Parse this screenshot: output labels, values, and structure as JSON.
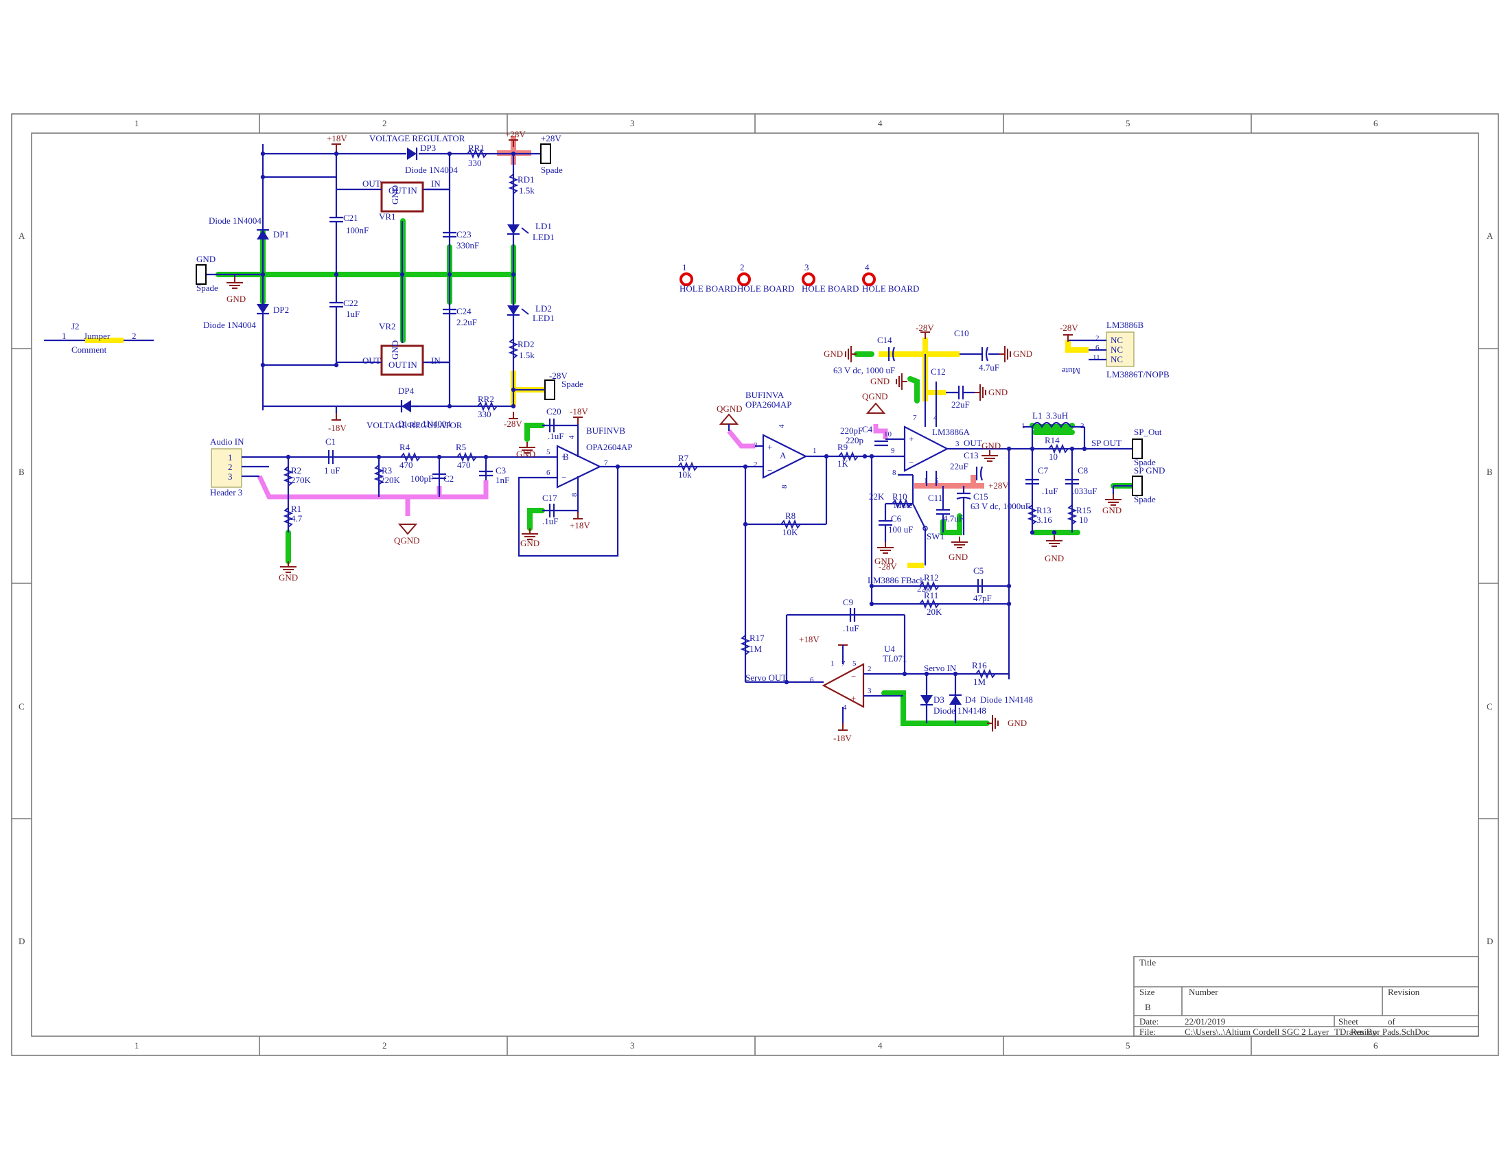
{
  "frame": {
    "columns": [
      "1",
      "2",
      "3",
      "4",
      "5",
      "6"
    ],
    "rows": [
      "A",
      "B",
      "C",
      "D"
    ]
  },
  "title_block": {
    "title_label": "Title",
    "size_label": "Size",
    "size_value": "B",
    "number_label": "Number",
    "revision_label": "Revision",
    "date_label": "Date:",
    "date_value": "22/01/2019",
    "sheet_label": "Sheet",
    "of_label": "of",
    "file_label": "File:",
    "file_value": "C:\\Users\\..\\Altium Cordell SGC 2 Layer",
    "drawn_label": "TDrawn By:",
    "doc_name": "Resistor Pads.SchDoc"
  },
  "power_supply": {
    "vr_title_top": "VOLTAGE  REGULATOR",
    "vr_title_bottom": "VOLTAGE  REGULATOR",
    "plus18": "+18V",
    "minus18": "-18V",
    "plus28": "+28V",
    "minus28": "-28V",
    "dp3": "DP3",
    "dp3_type": "Diode 1N4004",
    "dp4": "DP4",
    "dp4_type": "Diode 1N4004",
    "dp1": "DP1",
    "dp1_type": "Diode 1N4004",
    "dp2": "DP2",
    "dp2_type": "Diode 1N4004",
    "rr1": "RR1",
    "rr1_val": "330",
    "rr2": "RR2",
    "rr2_val": "330",
    "rd1": "RD1",
    "rd1_val": "1.5k",
    "rd2": "RD2",
    "rd2_val": "1.5k",
    "ld1": "LD1",
    "ld1_type": "LED1",
    "ld2": "LD2",
    "ld2_type": "LED1",
    "c21": "C21",
    "c21_val": "100nF",
    "c22": "C22",
    "c22_val": "1uF",
    "c23": "C23",
    "c23_val": "330nF",
    "c24": "C24",
    "c24_val": "2.2uF",
    "vr1": "VR1",
    "vr2": "VR2",
    "out": "OUT",
    "in": "IN",
    "gnd_pin": "GND",
    "gnd": "GND",
    "spade": "Spade",
    "spade_28p": "+28V",
    "spade_28n": "-28V",
    "spade_gnd": "GND"
  },
  "jumper": {
    "ref": "J2",
    "name": "Jumper",
    "comment": "Comment",
    "pin1": "1",
    "pin2": "2"
  },
  "holes": [
    {
      "num": "1",
      "label": "HOLE BOARD"
    },
    {
      "num": "2",
      "label": "HOLE BOARD"
    },
    {
      "num": "3",
      "label": "HOLE BOARD"
    },
    {
      "num": "4",
      "label": "HOLE BOARD"
    }
  ],
  "lm3886b": {
    "ref": "LM3886B",
    "part": "LM3886T/NOPB",
    "supply": "-28V",
    "mute": "Mute",
    "pins": [
      "2",
      "6",
      "11"
    ],
    "nc": "NC"
  },
  "input": {
    "audio_in": "Audio IN",
    "header": "Header 3",
    "pins": [
      "1",
      "2",
      "3"
    ],
    "r2": "R2",
    "r2_val": "270K",
    "r1": "R1",
    "r1_val": "4.7",
    "c1": "C1",
    "c1_val": "1 uF",
    "r3": "R3",
    "r3_val": "220K",
    "r4": "R4",
    "r4_val": "470",
    "c2": "C2",
    "c2_val": "100pF",
    "r5": "R5",
    "r5_val": "470",
    "c3": "C3",
    "c3_val": "1nF",
    "qgnd": "QGND",
    "gnd": "GND"
  },
  "bufinvb": {
    "ref": "BUFINVB",
    "part": "OPA2604AP",
    "c20": "C20",
    "c20_val": ".1uF",
    "c17": "C17",
    "c17_val": ".1uF",
    "minus18": "-18V",
    "plus18": "+18V",
    "gnd": "GND",
    "pin5": "5",
    "pin6": "6",
    "pin7": "7",
    "pin4": "4",
    "pin8": "8",
    "unit": "B"
  },
  "bufinva": {
    "ref": "BUFINVA",
    "part": "OPA2604AP",
    "qgnd": "QGND",
    "r7": "R7",
    "r7_val": "10k",
    "r8": "R8",
    "r8_val": "10K",
    "r9": "R9",
    "r9_val": "1K",
    "pin3": "3",
    "pin2": "2",
    "pin1": "1",
    "pin4": "4",
    "pin8": "8",
    "unit": "A"
  },
  "lm3886a": {
    "ref": "LM3886A",
    "qgnd": "QGND",
    "c4": "C4",
    "c4_val": "220pF",
    "c4_val2": "220p",
    "c14": "C14",
    "c14_val": "63 V dc, 1000 uF",
    "c10": "C10",
    "c10_val": "4.7uF",
    "c12": "C12",
    "c12_val": "22uF",
    "c13": "C13",
    "c13_val": "22uF",
    "c11": "C11",
    "c11_val": "4.7uF",
    "c15": "C15",
    "c15_val": "63 V dc, 1000uF",
    "c6": "C6",
    "c6_val": "100 uF",
    "r10": "R10",
    "r10_val": "22K",
    "mute": "Mute",
    "sw1": "SW1",
    "fback": "LM3886  FBack",
    "r12": "R12",
    "r12_val": "22k",
    "r11": "R11",
    "r11_val": "20K",
    "c5": "C5",
    "c5_val": "47pF",
    "out": "OUT",
    "gnd": "GND",
    "minus28": "-28V",
    "plus28": "+28V",
    "pins": {
      "p10": "10",
      "p9": "9",
      "p8": "8",
      "p7": "7",
      "p4": "4",
      "p3": "3",
      "p1": "1",
      "p5": "5"
    }
  },
  "output": {
    "l1": "L1",
    "l1_val": "3.3uH",
    "r14": "R14",
    "r14_val": "10",
    "c7": "C7",
    "c7_val": ".1uF",
    "c8": "C8",
    "c8_val": ".033uF",
    "r13": "R13",
    "r13_val": "3.16",
    "r15": "R15",
    "r15_val": "10",
    "sp_out_net": "SP OUT",
    "sp_out": "SP_Out",
    "sp_gnd": "SP GND",
    "spade": "Spade",
    "gnd": "GND",
    "pin1": "1",
    "pin2": "2"
  },
  "servo": {
    "r17": "R17",
    "r17_val": "1M",
    "c9": "C9",
    "c9_val": ".1uF",
    "u4": "U4",
    "u4_part": "TL071",
    "plus18": "+18V",
    "minus18": "-18V",
    "servo_out": "Servo  OUT",
    "servo_in": "Servo  IN",
    "r16": "R16",
    "r16_val": "1M",
    "d3": "D3",
    "d3_type": "Diode 1N4148",
    "d4": "D4",
    "d4_type": "Diode 1N4148",
    "gnd": "GND",
    "pins": {
      "p2": "2",
      "p3": "3",
      "p6": "6",
      "p7": "7",
      "p4": "4",
      "p1": "1",
      "p5": "5"
    }
  }
}
